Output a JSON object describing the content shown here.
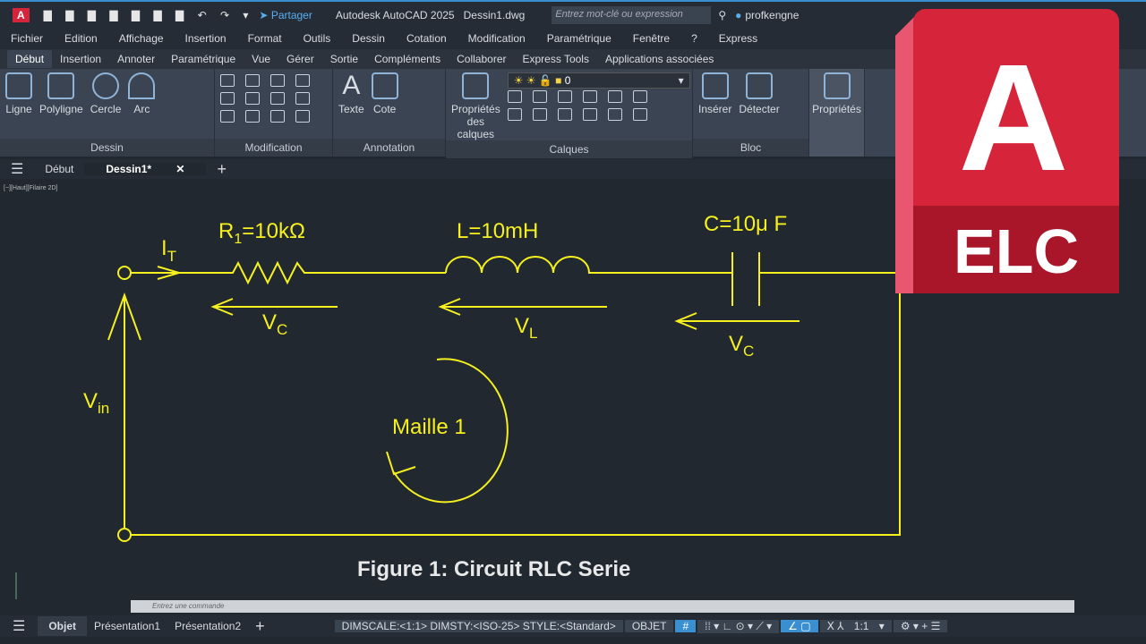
{
  "titlebar": {
    "share": "Partager",
    "app_title": "Autodesk AutoCAD 2025",
    "file": "Dessin1.dwg",
    "search_placeholder": "Entrez mot-clé ou expression",
    "user": "profkengne"
  },
  "menu": [
    "Fichier",
    "Edition",
    "Affichage",
    "Insertion",
    "Format",
    "Outils",
    "Dessin",
    "Cotation",
    "Modification",
    "Paramétrique",
    "Fenêtre",
    "?",
    "Express"
  ],
  "ribbon_tabs": [
    "Début",
    "Insertion",
    "Annoter",
    "Paramétrique",
    "Vue",
    "Gérer",
    "Sortie",
    "Compléments",
    "Collaborer",
    "Express Tools",
    "Applications associées"
  ],
  "ribbon": {
    "dessin": {
      "title": "Dessin",
      "tools": [
        "Ligne",
        "Polyligne",
        "Cercle",
        "Arc"
      ]
    },
    "modification": {
      "title": "Modification"
    },
    "annotation": {
      "title": "Annotation",
      "tools": [
        "Texte",
        "Cote"
      ]
    },
    "calques": {
      "title": "Calques",
      "tool": "Propriétés des calques",
      "layer": "0"
    },
    "bloc": {
      "title": "Bloc",
      "tools": [
        "Insérer",
        "Détecter"
      ]
    },
    "proprietes": {
      "tool": "Propriétés"
    }
  },
  "doc_tabs": [
    "Début",
    "Dessin1*"
  ],
  "viewport": {
    "label": "[−][Haut][Filaire 2D]"
  },
  "drawing": {
    "it": "I",
    "it_sub": "T",
    "r": "R",
    "r_sub": "1",
    "r_val": "=10kΩ",
    "l": "L=10mH",
    "c": "C=10μ F",
    "vc1": "V",
    "vc1_sub": "C",
    "vl": "V",
    "vl_sub": "L",
    "vc2": "V",
    "vc2_sub": "C",
    "vin": "V",
    "vin_sub": "in",
    "mesh": "Maille 1",
    "caption": "Figure 1: Circuit RLC Serie",
    "color": "#f5f01e"
  },
  "command": {
    "placeholder": "Entrez une commande"
  },
  "status": {
    "tabs": [
      "Objet",
      "Présentation1",
      "Présentation2"
    ],
    "info": "DIMSCALE:<1:1> DIMSTY:<ISO-25> STYLE:<Standard>",
    "mode": "OBJET",
    "scale": "1:1"
  },
  "logo": {
    "letter": "A",
    "text": "ELC",
    "color": "#d6243a"
  }
}
